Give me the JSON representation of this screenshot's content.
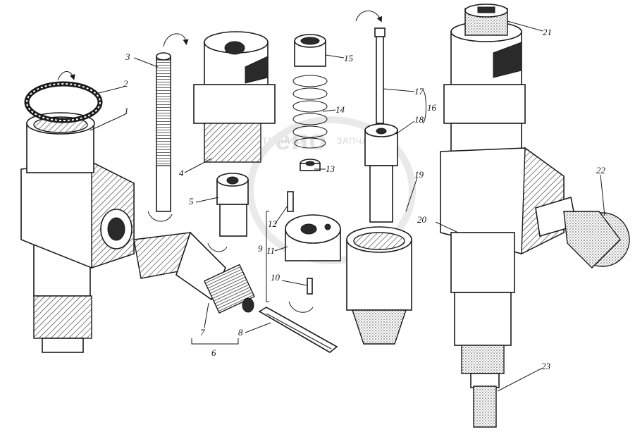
{
  "watermark": {
    "logo_text": "епо",
    "text_left": "ТЕХНИКА",
    "text_right": "ЗАПЧАСТИ"
  },
  "labels": [
    {
      "id": "1",
      "text": "1"
    },
    {
      "id": "2",
      "text": "2"
    },
    {
      "id": "3",
      "text": "3"
    },
    {
      "id": "4",
      "text": "4"
    },
    {
      "id": "5",
      "text": "5"
    },
    {
      "id": "6",
      "text": "6"
    },
    {
      "id": "7",
      "text": "7"
    },
    {
      "id": "8",
      "text": "8"
    },
    {
      "id": "9",
      "text": "9"
    },
    {
      "id": "10",
      "text": "10"
    },
    {
      "id": "11",
      "text": "11"
    },
    {
      "id": "12",
      "text": "12"
    },
    {
      "id": "13",
      "text": "13"
    },
    {
      "id": "14",
      "text": "14"
    },
    {
      "id": "15",
      "text": "15"
    },
    {
      "id": "16",
      "text": "16"
    },
    {
      "id": "17",
      "text": "17"
    },
    {
      "id": "18",
      "text": "18"
    },
    {
      "id": "19",
      "text": "19"
    },
    {
      "id": "20",
      "text": "20"
    },
    {
      "id": "21",
      "text": "21"
    },
    {
      "id": "22",
      "text": "22"
    },
    {
      "id": "23",
      "text": "23"
    }
  ]
}
